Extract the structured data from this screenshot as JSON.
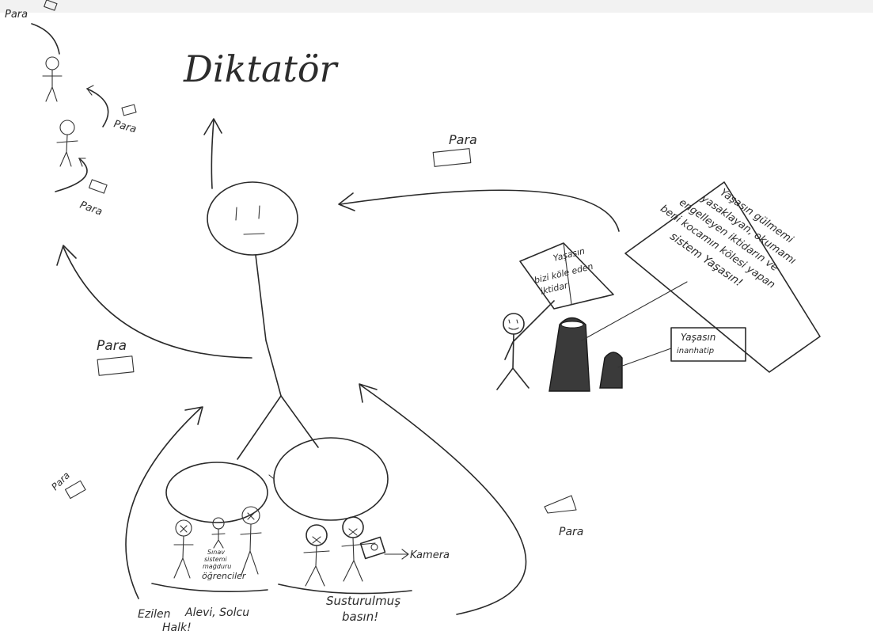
{
  "title": "Diktatör",
  "labels": {
    "para_top_left": "Para",
    "para_left_1": "Para",
    "para_left_2": "Para",
    "para_upper_right": "Para",
    "para_mid_left": "Para",
    "para_bottom_left": "Para",
    "para_bottom_right": "Para",
    "book": {
      "line1": "Yaşasın",
      "line2": "bizi köle eden",
      "line3": "iktidar"
    },
    "big_sign": {
      "line1": "Yaşasın gülmemi",
      "line2": "yasaklayan, okumamı",
      "line3": "engelleyen iktidarın ve",
      "line4": "beni kocamın kölesi yapan",
      "line5": "sistem Yaşasın!"
    },
    "small_sign": {
      "line1": "Yaşasın",
      "line2": "inanhatip"
    },
    "students_caption": {
      "line1": "Sınav",
      "line2": "sistemi",
      "line3": "mağduru",
      "line4": "öğrenciler"
    },
    "camera": "Kamera",
    "oppressed": "Ezilen",
    "alevi_solcu": "Alevi, Solcu",
    "halk": "Halk!",
    "press_line1": "Susturulmuş",
    "press_line2": "basın!"
  },
  "colors": {
    "ink": "#2a2a2a",
    "burqa": "#3a3a3a",
    "paper": "#ffffff"
  }
}
